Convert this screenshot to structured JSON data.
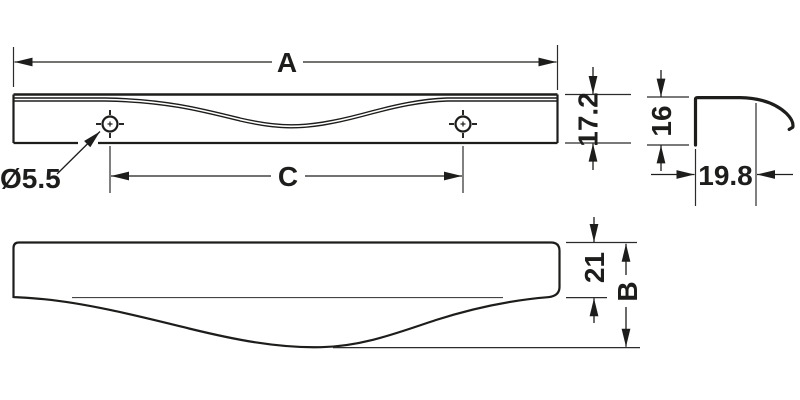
{
  "drawing": {
    "background": "#ffffff",
    "line_color": "#1d1d1b",
    "front_view": {
      "overall_length_label": "A",
      "hole_spacing_label": "C",
      "hole_diameter_label": "Ø5.5",
      "profile_height_label": "17.2"
    },
    "side_view": {
      "leg_height_label": "16",
      "profile_depth_label": "19.8"
    },
    "plan_view": {
      "flange_depth_label": "21",
      "total_depth_label": "B"
    }
  }
}
